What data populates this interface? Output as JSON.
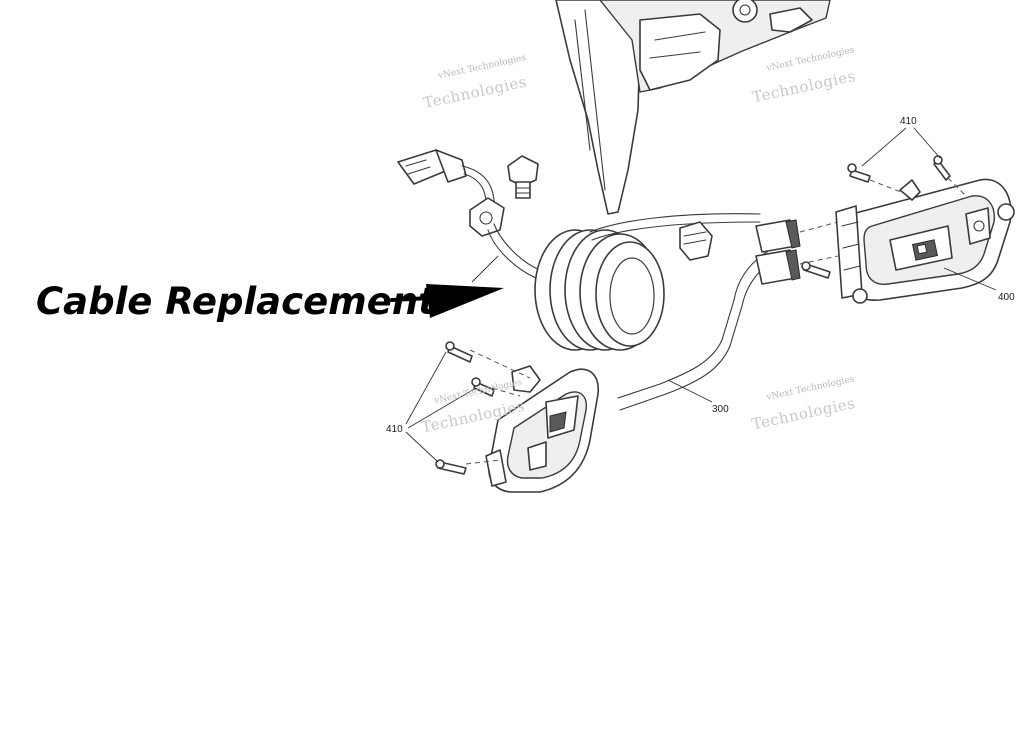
{
  "annotation": {
    "text": "Cable Replacement"
  },
  "callouts": {
    "screws_top": "410",
    "screws_bottom": "410",
    "switch_right": "400",
    "cable": "300"
  },
  "watermark": {
    "line1": "vNext Technologies",
    "line2": "Technologies"
  }
}
